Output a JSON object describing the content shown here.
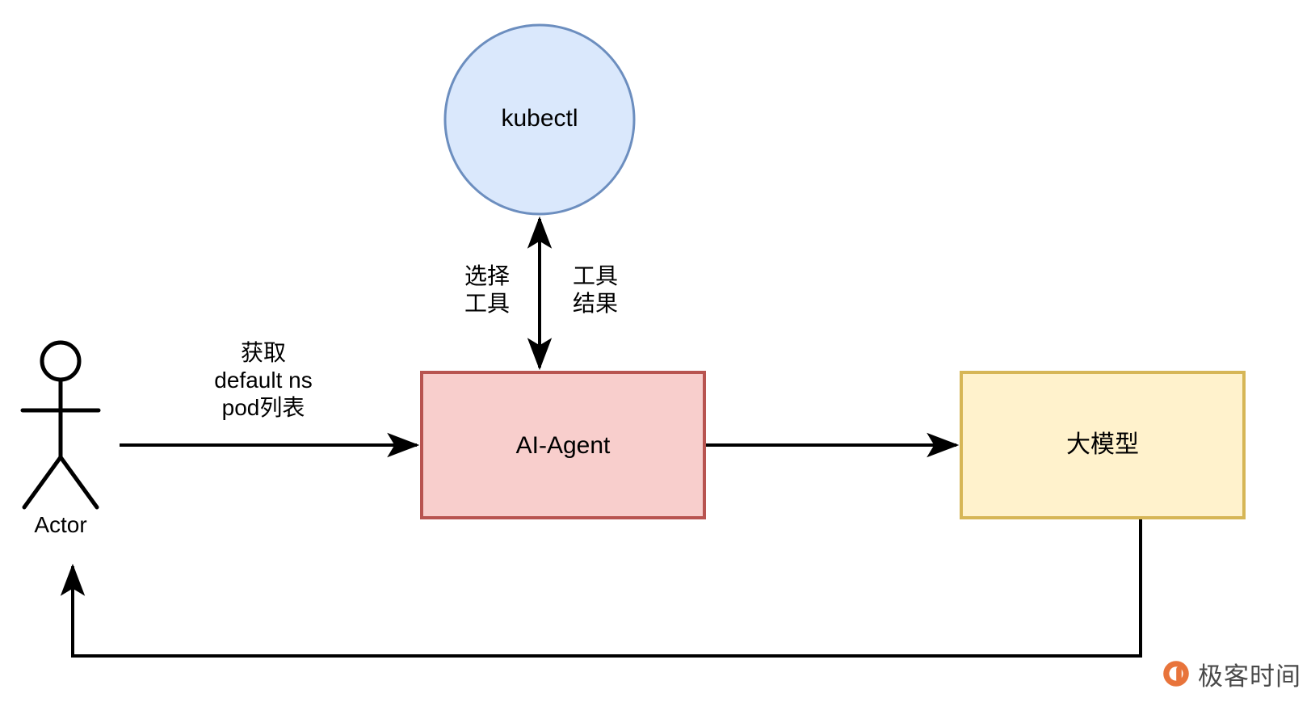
{
  "diagram": {
    "title": "AI-Agent kubectl tool-calling flow",
    "nodes": [
      {
        "id": "kubectl",
        "label": "kubectl",
        "shape": "ellipse",
        "fill": "#dae8fc",
        "stroke": "#6c8ebf"
      },
      {
        "id": "ai-agent",
        "label": "AI-Agent",
        "shape": "rectangle",
        "fill": "#f8cecc",
        "stroke": "#b85450"
      },
      {
        "id": "llm",
        "label": "大模型",
        "shape": "rectangle",
        "fill": "#fff2cc",
        "stroke": "#d6b656"
      },
      {
        "id": "actor",
        "label": "Actor",
        "shape": "actor",
        "fill": "none",
        "stroke": "#000000"
      }
    ],
    "edges": [
      {
        "id": "actor-to-agent",
        "from": "actor",
        "to": "ai-agent",
        "label": "获取\ndefault ns\npod列表",
        "label_lines": [
          "获取",
          "default ns",
          "pod列表"
        ],
        "arrow": "single"
      },
      {
        "id": "agent-to-llm",
        "from": "ai-agent",
        "to": "llm",
        "label": "",
        "arrow": "single"
      },
      {
        "id": "agent-kubectl",
        "from": "ai-agent",
        "to": "kubectl",
        "label_left": "选择\n工具",
        "label_left_lines": [
          "选择",
          "工具"
        ],
        "label_right": "工具\n结果",
        "label_right_lines": [
          "工具",
          "结果"
        ],
        "arrow": "double"
      },
      {
        "id": "llm-to-actor",
        "from": "llm",
        "to": "actor",
        "label": "",
        "arrow": "single"
      }
    ],
    "stroke_color": "#000000",
    "stroke_width": 4
  },
  "watermark": {
    "brand": "极客时间",
    "logo_icon": "geektime-logo-icon",
    "logo_color": "#e8743b",
    "text_color": "#4a4a4a"
  }
}
